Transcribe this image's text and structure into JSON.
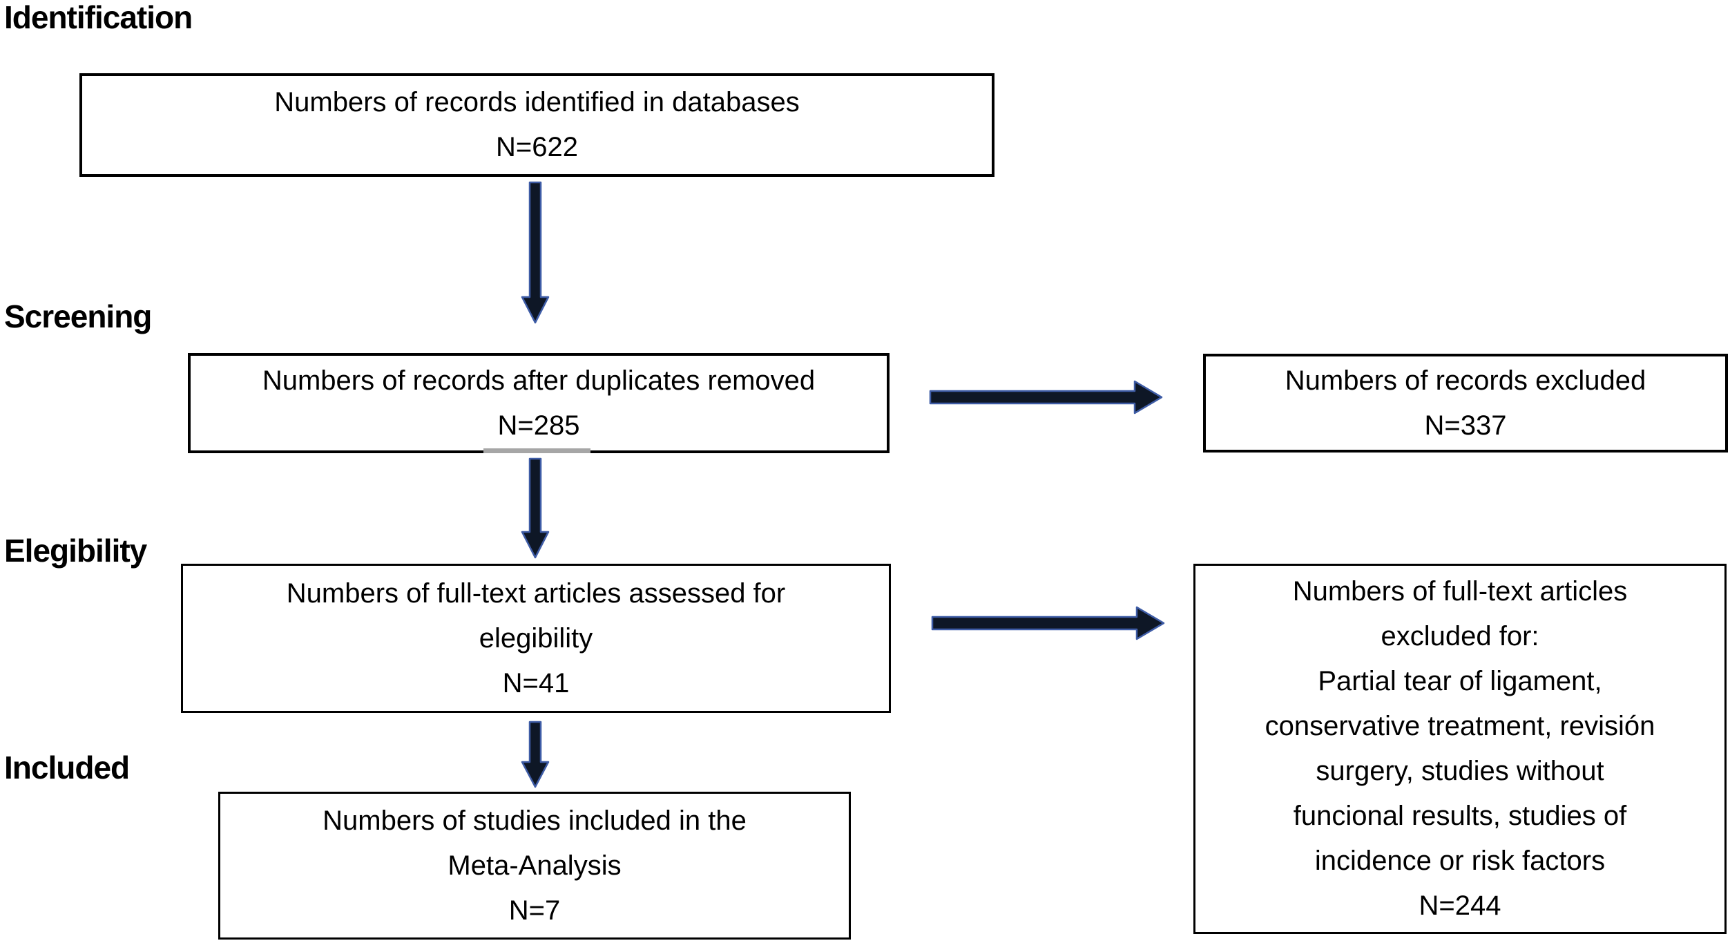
{
  "figure": {
    "type": "prisma-flow-diagram",
    "stages": [
      {
        "label": "Identification"
      },
      {
        "label": "Screening"
      },
      {
        "label": "Elegibility"
      },
      {
        "label": "Included"
      }
    ],
    "boxes": [
      {
        "name": "records-identified",
        "lines": [
          "Numbers of records identified in databases",
          "N=622"
        ]
      },
      {
        "name": "records-after-duplicates",
        "lines": [
          "Numbers of records after duplicates removed",
          "N=285"
        ]
      },
      {
        "name": "records-excluded",
        "lines": [
          "Numbers of records excluded",
          "N=337"
        ]
      },
      {
        "name": "fulltext-assessed",
        "lines": [
          "Numbers of full-text articles assessed for",
          "elegibility",
          "N=41"
        ]
      },
      {
        "name": "fulltext-excluded",
        "lines": [
          "Numbers of full-text articles",
          "excluded for:",
          "Partial tear of ligament,",
          "conservative treatment, revisión",
          "surgery, studies without",
          "funcional results, studies of",
          "incidence or risk factors",
          "N=244"
        ]
      },
      {
        "name": "studies-included",
        "lines": [
          "Numbers of studies included in the",
          "Meta-Analysis",
          "N=7"
        ]
      }
    ],
    "counts": {
      "identified": 622,
      "after_duplicates": 285,
      "records_excluded": 337,
      "fulltext_assessed": 41,
      "fulltext_excluded": 244,
      "included": 7
    }
  },
  "colors": {
    "arrow_fill": "#0e1726",
    "arrow_edge": "#3e5ca6",
    "box_border": "#000000",
    "background": "#ffffff",
    "text": "#000000"
  }
}
